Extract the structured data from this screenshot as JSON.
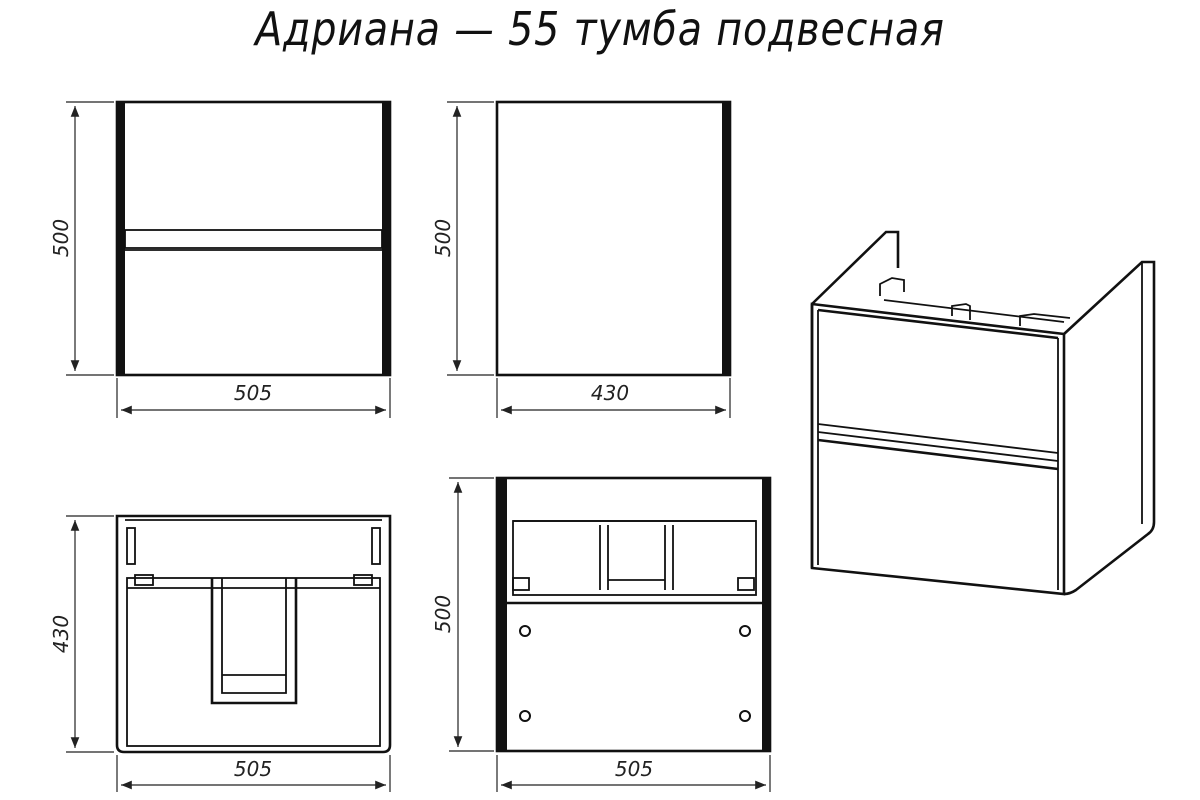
{
  "title": "Адриана — 55 тумба подвесная",
  "views": {
    "front": {
      "height_label": "500",
      "width_label": "505"
    },
    "side": {
      "height_label": "500",
      "depth_label": "430"
    },
    "top": {
      "depth_label": "430",
      "width_label": "505"
    },
    "back": {
      "height_label": "500",
      "width_label": "505"
    }
  },
  "colors": {
    "line": "#111111",
    "background": "#ffffff"
  }
}
